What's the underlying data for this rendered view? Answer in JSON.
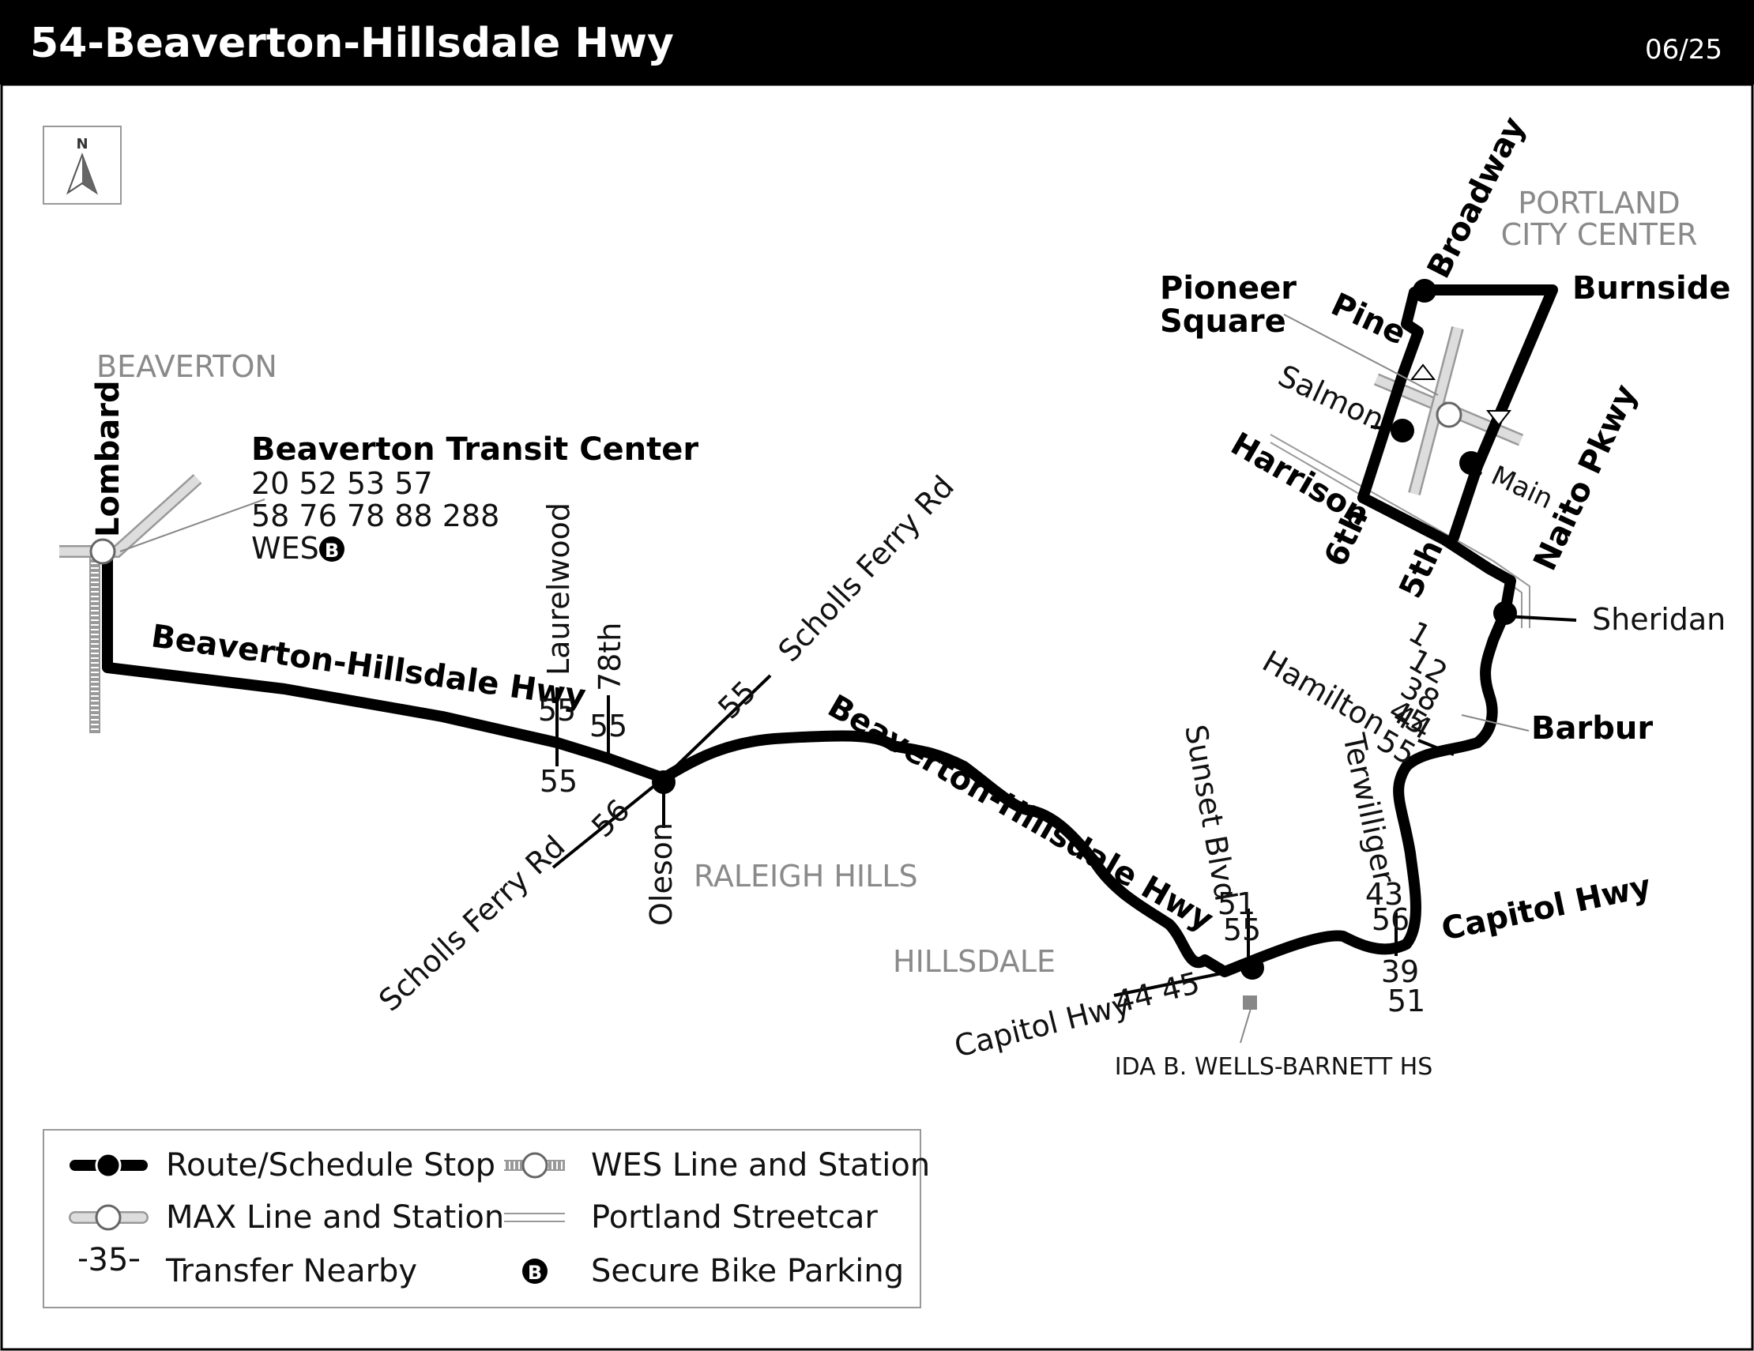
{
  "header": {
    "title": "54-Beaverton-Hillsdale Hwy",
    "date": "06/25"
  },
  "compass": {
    "north": "N"
  },
  "areas": {
    "beaverton": "BEAVERTON",
    "portland_1": "PORTLAND",
    "portland_2": "CITY CENTER",
    "raleigh_hills": "RALEIGH HILLS",
    "hillsdale": "HILLSDALE"
  },
  "streets": {
    "lombard": "Lombard",
    "bhh_west": "Beaverton-Hillsdale Hwy",
    "bhh_east": "Beaverton-Hillsdale Hwy",
    "laurelwood": "Laurelwood",
    "s78th": "78th",
    "scholls_ferry_ne": "Scholls Ferry Rd",
    "scholls_ferry_sw": "Scholls Ferry Rd",
    "oleson": "Oleson",
    "sunset_blvd": "Sunset Blvd",
    "capitol_hwy_w": "Capitol Hwy",
    "capitol_hwy_e": "Capitol Hwy",
    "terwilliger": "Terwilliger",
    "hamilton": "Hamilton",
    "barbur": "Barbur",
    "sheridan": "Sheridan",
    "naito": "Naito Pkwy",
    "main": "Main",
    "salmon": "Salmon",
    "harrison": "Harrison",
    "sixth": "6th",
    "fifth": "5th",
    "pine": "Pine",
    "broadway": "Broadway",
    "burnside": "Burnside",
    "pioneer_1": "Pioneer",
    "pioneer_2": "Square"
  },
  "transit_center": {
    "name": "Beaverton Transit Center",
    "line1": "20 52 53 57",
    "line2": "58 76 78 88 288",
    "line3": "WES"
  },
  "transfers": {
    "laurelwood_top": "55",
    "laurelwood_bottom": "55",
    "s78th": "55",
    "scholls_ne": "55",
    "scholls_sw": "56",
    "sunset_1": "51",
    "sunset_2": "55",
    "capitol_w": "44 45",
    "terwilliger_1": "43",
    "terwilliger_2": "56",
    "terwilliger_3": "39",
    "terwilliger_4": "51",
    "hamilton": "45",
    "hamilton_2": "55",
    "barbur_1": "1",
    "barbur_2": "12",
    "barbur_3": "38",
    "barbur_4": "44"
  },
  "landmarks": {
    "school": "IDA B. WELLS-BARNETT HS"
  },
  "legend": {
    "route_stop": "Route/Schedule Stop",
    "max_line": "MAX Line and Station",
    "transfer_nearby": "Transfer Nearby",
    "transfer_sample": "35",
    "wes_line": "WES Line and Station",
    "streetcar": "Portland Streetcar",
    "bike_parking": "Secure Bike Parking",
    "bike_symbol": "B"
  },
  "colors": {
    "route": "#000000",
    "max_line": "#cccccc",
    "area_label": "#8a8a8a",
    "header_bg": "#000000"
  }
}
